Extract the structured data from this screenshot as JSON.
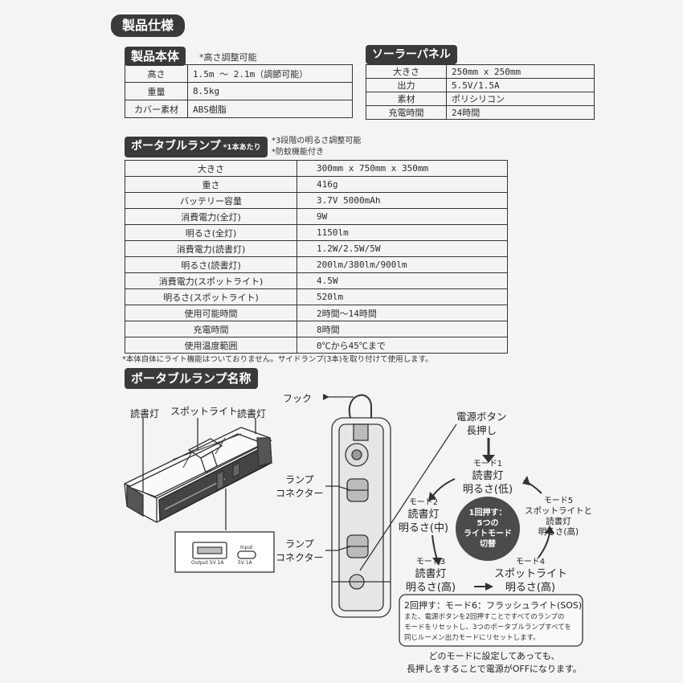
{
  "section_title": "製品仕様",
  "body_unit": {
    "title": "製品本体",
    "note": "*高さ調整可能",
    "rows": [
      {
        "key": "高さ",
        "value": "1.5m ～ 2.1m（調節可能）"
      },
      {
        "key": "重量",
        "value": "8.5kg"
      },
      {
        "key": "カバー素材",
        "value": "ABS樹脂"
      }
    ]
  },
  "solar_panel": {
    "title": "ソーラーパネル",
    "rows": [
      {
        "key": "大きさ",
        "value": "250mm x 250mm"
      },
      {
        "key": "出力",
        "value": "5.5V/1.5A"
      },
      {
        "key": "素材",
        "value": "ポリシリコン"
      },
      {
        "key": "充電時間",
        "value": "24時間"
      }
    ]
  },
  "portable_lamp": {
    "title": "ポータブルランプ",
    "title_sub": "*1本あたり",
    "notes": [
      "*3段階の明るさ調整可能",
      "*防蚊機能付き"
    ],
    "rows": [
      {
        "key": "大きさ",
        "value": "300mm x 750mm x 350mm"
      },
      {
        "key": "重さ",
        "value": "416g"
      },
      {
        "key": "バッテリー容量",
        "value": "3.7V 5000mAh"
      },
      {
        "key": "消費電力(全灯)",
        "value": "9W"
      },
      {
        "key": "明るさ(全灯)",
        "value": "1150lm"
      },
      {
        "key": "消費電力(読書灯)",
        "value": "1.2W/2.5W/5W"
      },
      {
        "key": "明るさ(読書灯)",
        "value": "200lm/380lm/900lm"
      },
      {
        "key": "消費電力(スポットライト)",
        "value": "4.5W"
      },
      {
        "key": "明るさ(スポットライト)",
        "value": "520lm"
      },
      {
        "key": "使用可能時間",
        "value": "2時間～14時間"
      },
      {
        "key": "充電時間",
        "value": "8時間"
      },
      {
        "key": "使用温度範囲",
        "value": "0℃から45℃まで"
      }
    ],
    "footnote": "*本体自体にライト機能はついておりません。サイドランプ(3本)を取り付けて使用します。"
  },
  "names_section": {
    "title": "ポータブルランプ名称",
    "labels": {
      "reading_left": "読書灯",
      "spotlight": "スポットライト",
      "reading_right": "読書灯",
      "hook": "フック",
      "connector1": "ランプ\nコネクター",
      "connector2": "ランプ\nコネクター",
      "power_button": "電源ボタン\n長押し",
      "port_output": "Output 5V 1A",
      "port_input_top": "Input",
      "port_input": "5V 1A"
    }
  },
  "mode_cycle": {
    "center": "1回押す：\n5つの\nライトモード\n切替",
    "modes": [
      {
        "no": "モード1",
        "text": "読書灯\n明るさ(低)"
      },
      {
        "no": "モード2",
        "text": "読書灯\n明るさ(中)"
      },
      {
        "no": "モード3",
        "text": "読書灯\n明るさ(高)"
      },
      {
        "no": "モード4",
        "text": "スポットライト\n明るさ(高)"
      },
      {
        "no": "モード5",
        "text": "スポットライトと\n読書灯\n明るさ(高)"
      }
    ],
    "box_title": "2回押す：モード6：フラッシュライト(SOS)",
    "box_text": "また、電源ボタンを2回押すことですべてのランプの\nモードをリセットし、3つのポータブルランプすべてを\n同じルーメン出力モードにリセットします。",
    "bottom_line1": "どのモードに設定してあっても、",
    "bottom_line2": "長押しをすることで電源がOFFになります。"
  }
}
